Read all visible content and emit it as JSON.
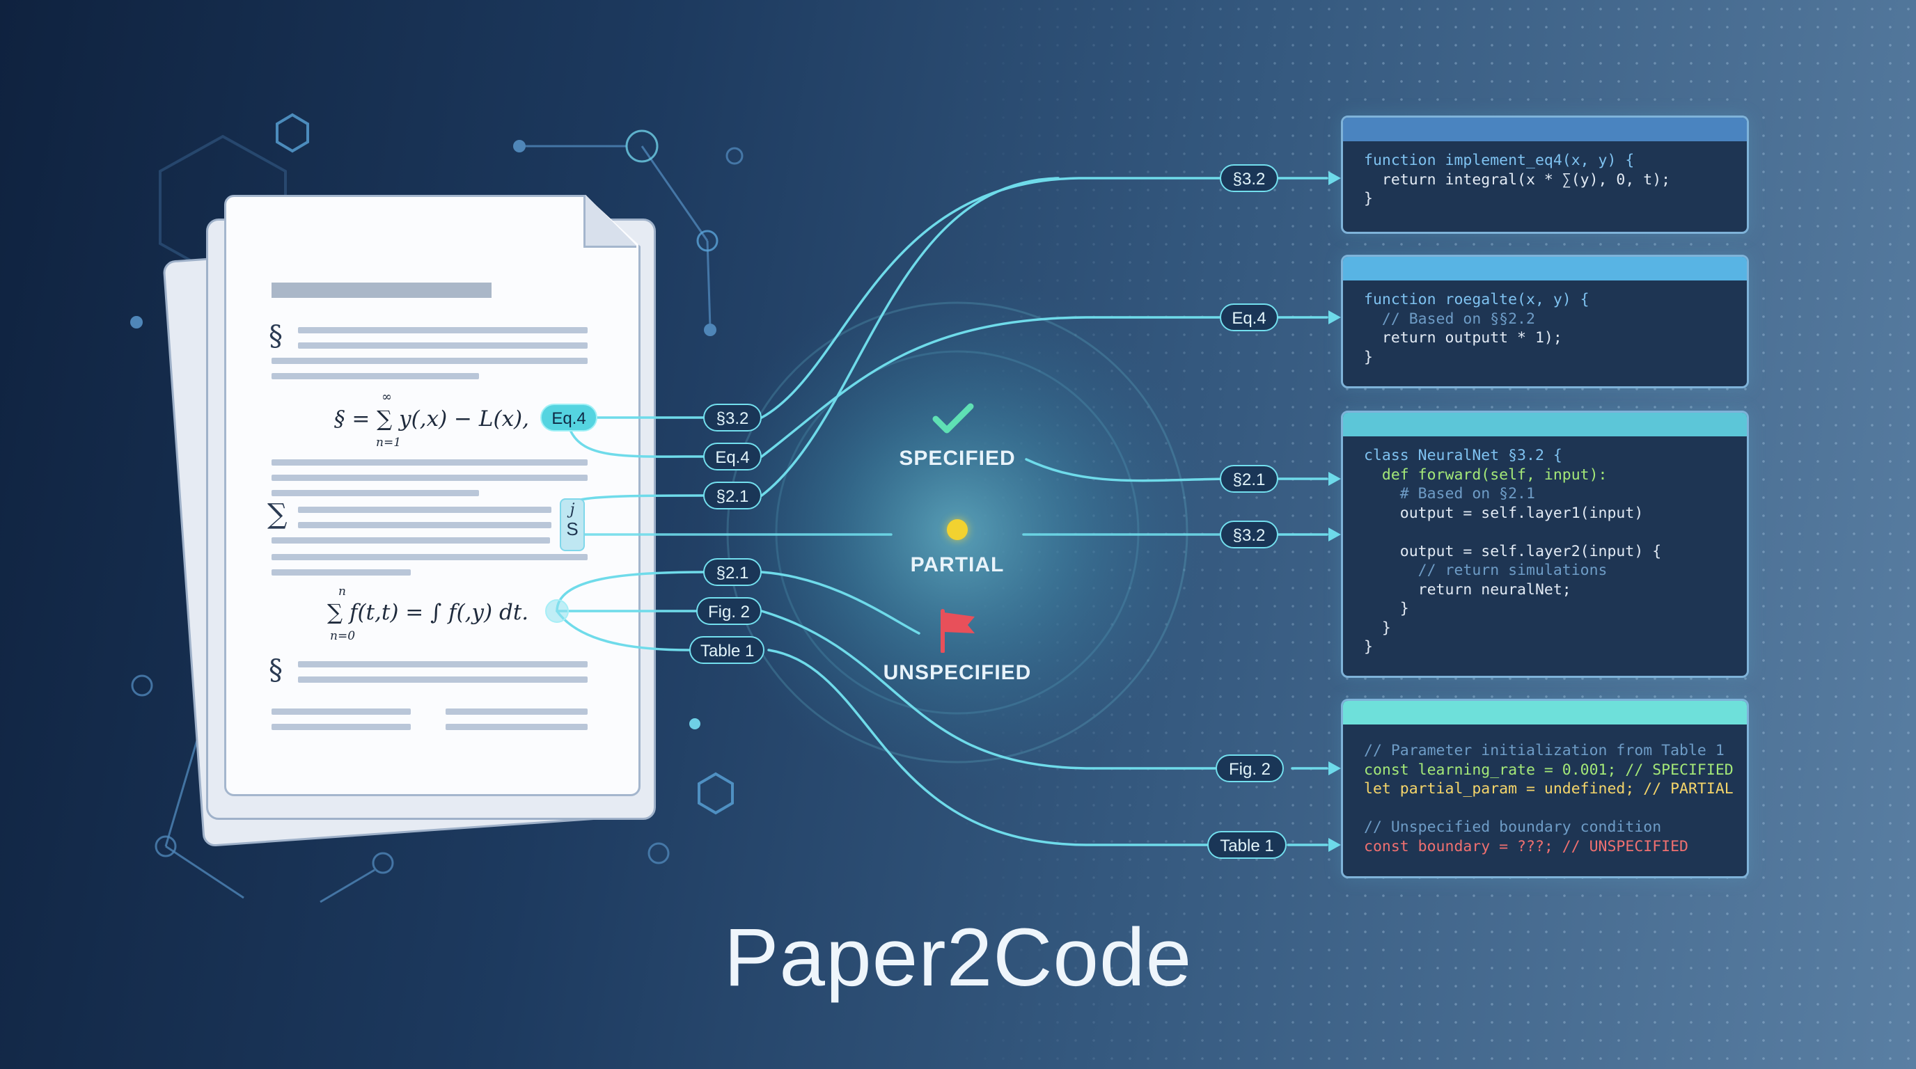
{
  "title": "Paper2Code",
  "paper": {
    "formula_1": "§ = ∑ y(,x) − L(x),",
    "formula_1_sup": "∞",
    "formula_1_sub": "n=1",
    "formula_2": "∑ f(t,t) = ∫ f(,y) dt.",
    "formula_2_sup": "n",
    "formula_2_sub": "n=0",
    "symbols": [
      "§",
      "∑",
      "§"
    ]
  },
  "left_tags": {
    "eq4": "Eq.4",
    "s32": "§3.2",
    "eq4b": "Eq.4",
    "s21": "§2.1",
    "s21b": "§2.1",
    "fig2": "Fig. 2",
    "table1": "Table 1",
    "side_j": "j",
    "side_s": "S"
  },
  "statuses": {
    "specified": "SPECIFIED",
    "partial": "PARTIAL",
    "unspecified": "UNSPECIFIED"
  },
  "right_tags": [
    "§3.2",
    "Eq.4",
    "§2.1",
    "§3.2",
    "Fig. 2",
    "Table 1"
  ],
  "code_panels": {
    "p1": [
      "function implement_eq4(x, y) {",
      "  return integral(x * ∑(y), 0, t);",
      "}"
    ],
    "p2": [
      "function roegalte(x, y) {",
      "  // Based on §§2.2",
      "  return outputt * 1);",
      "}"
    ],
    "p3": [
      "class NeuralNet §3.2 {",
      "  def forward(self, input):",
      "    # Based on §2.1",
      "    output = self.layer1(input)",
      "",
      "    output = self.layer2(input) {",
      "      // return simulations",
      "      return neuralNet;",
      "    }",
      "  }",
      "}"
    ],
    "p4": [
      "// Parameter initialization from Table 1",
      "const learning_rate = 0.001; // SPECIFIED",
      "let partial_param = undefined; // PARTIAL",
      "",
      "// Unspecified boundary condition",
      "const boundary = ???; // UNSPECIFIED"
    ]
  },
  "colors": {
    "accent": "#73dfee",
    "specified": "#5fe0b4",
    "partial": "#f2d230",
    "unspecified": "#e8505a"
  }
}
